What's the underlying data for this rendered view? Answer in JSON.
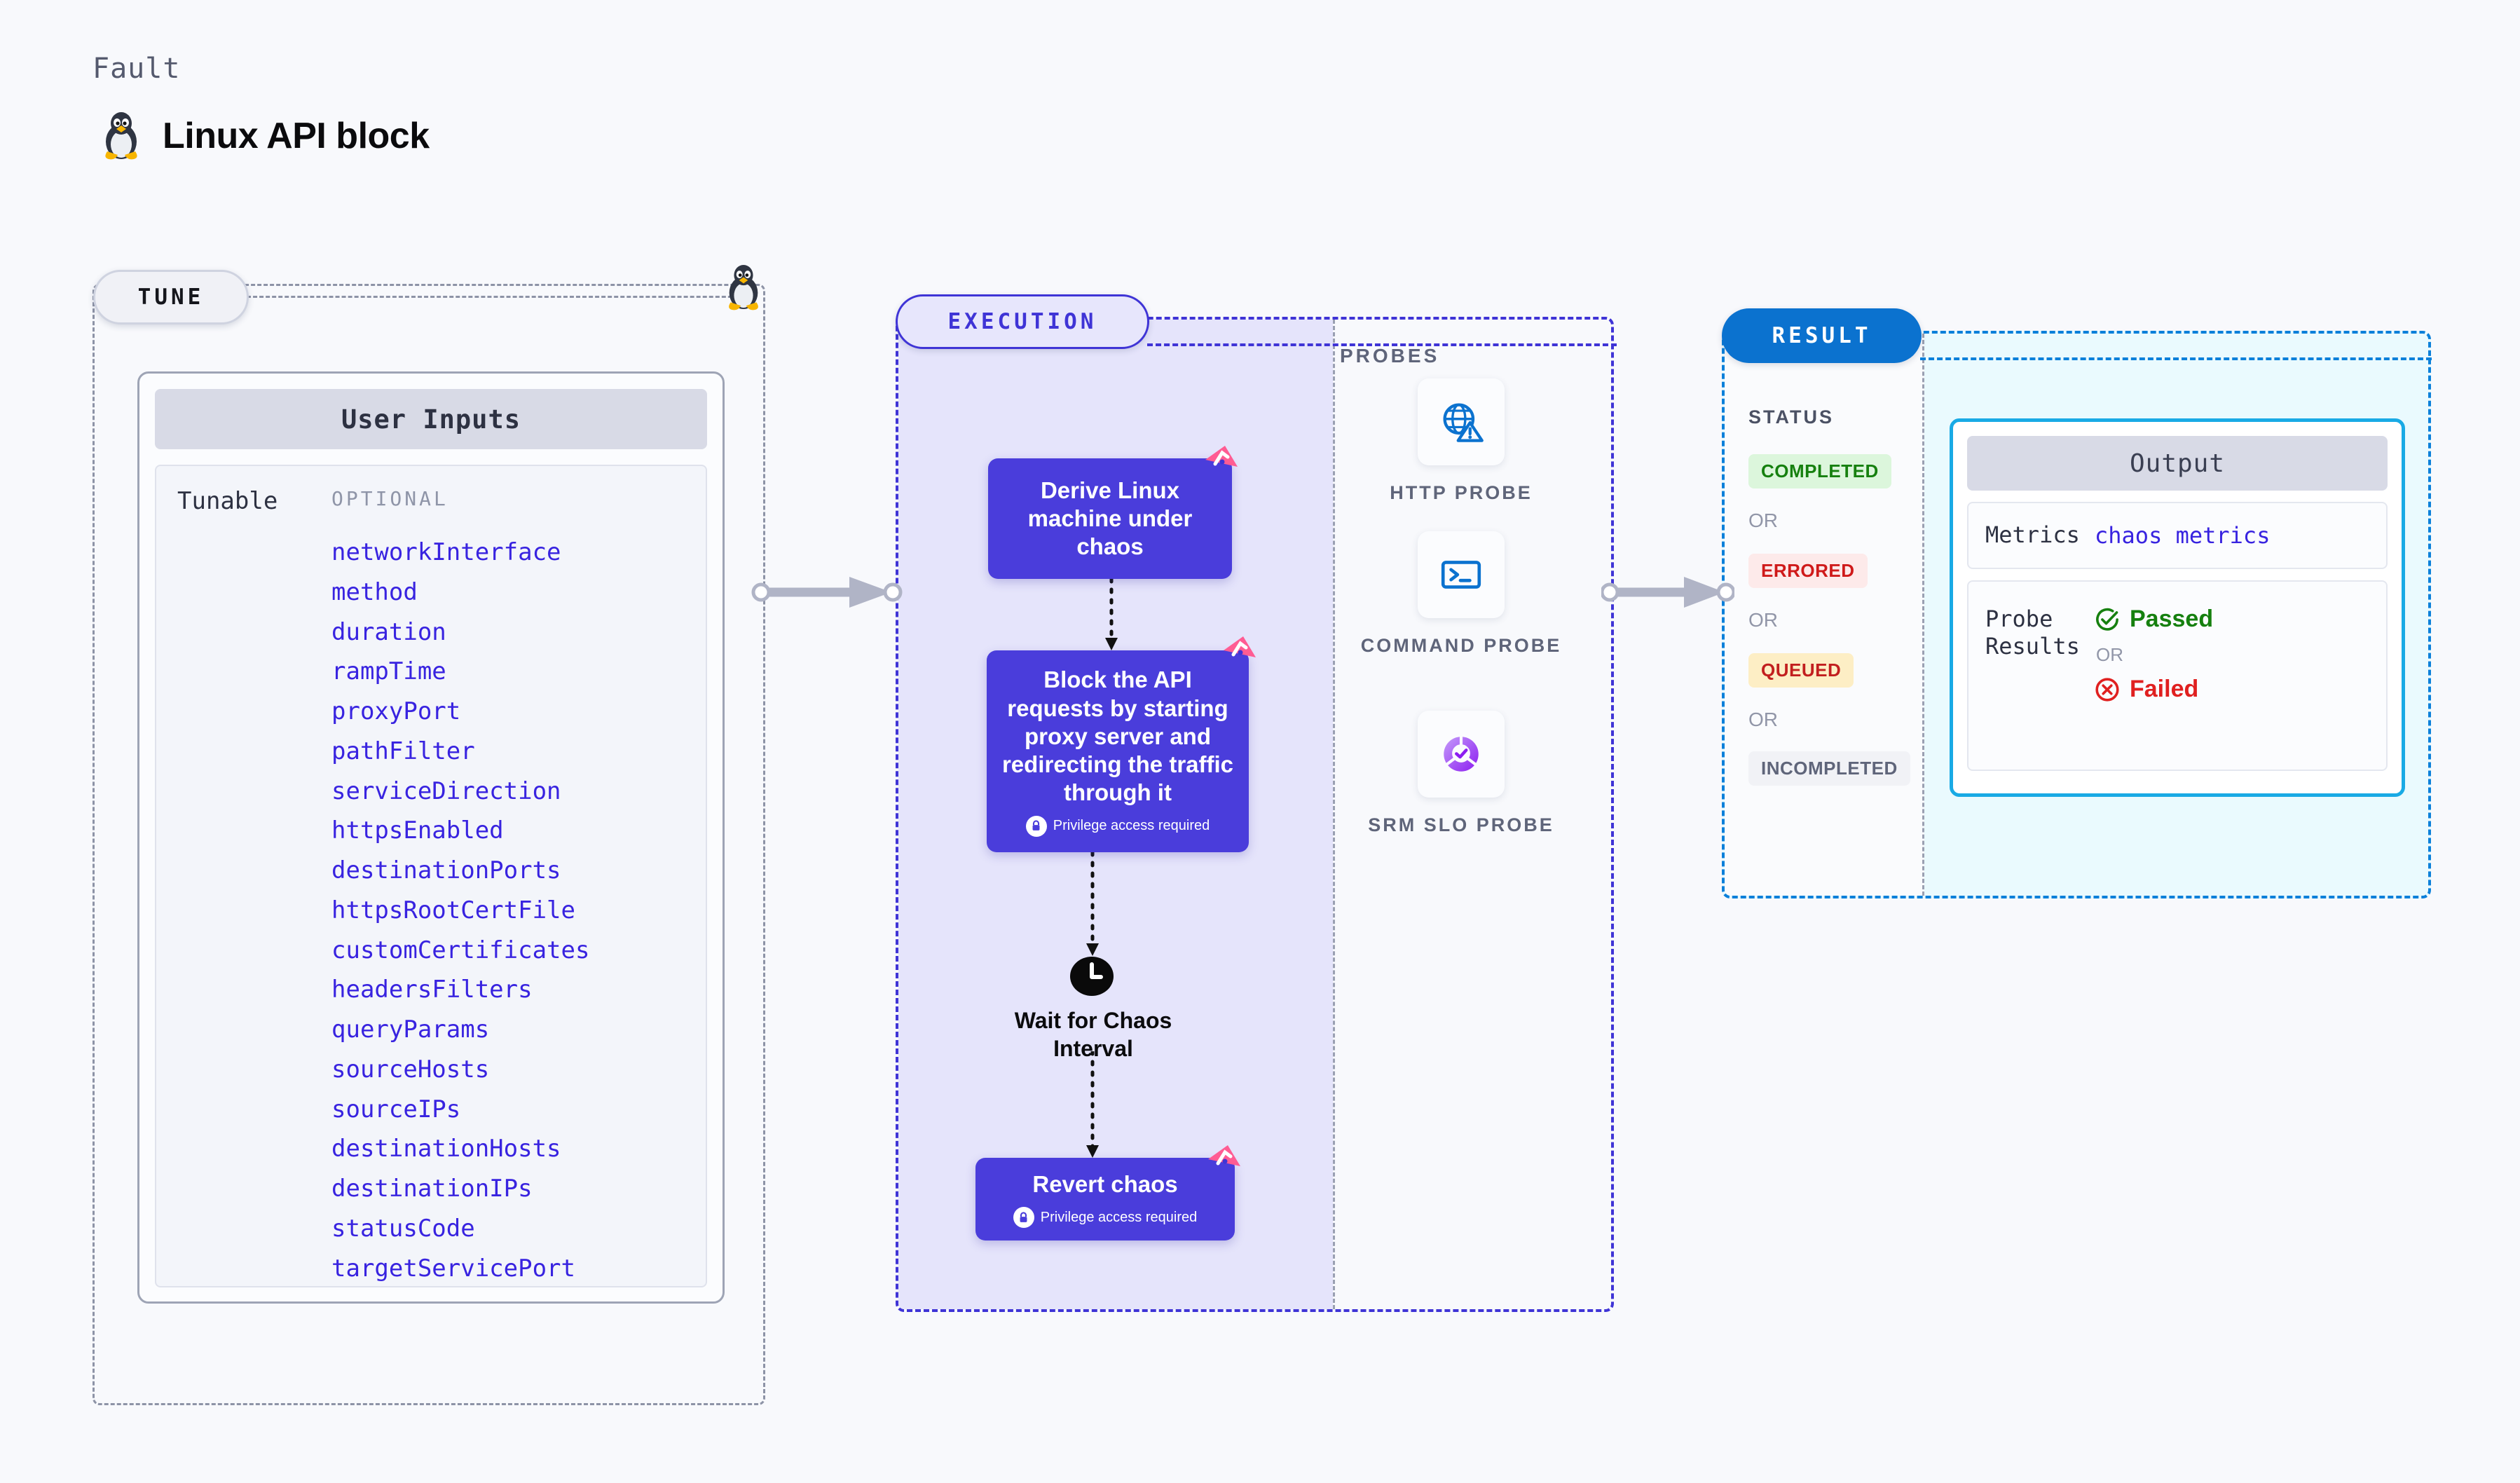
{
  "header": {
    "kicker": "Fault",
    "title": "Linux API block",
    "icon": "tux-penguin-icon"
  },
  "tune": {
    "pill_label": "TUNE",
    "edge_icon": "tux-penguin-icon",
    "card_title": "User Inputs",
    "group_label": "Tunable",
    "optional_label": "OPTIONAL",
    "tunables": [
      "networkInterface",
      "method",
      "duration",
      "rampTime",
      "proxyPort",
      "pathFilter",
      "serviceDirection",
      "httpsEnabled",
      "destinationPorts",
      "httpsRootCertFile",
      "customCertificates",
      "headersFilters",
      "queryParams",
      "sourceHosts",
      "sourceIPs",
      "destinationHosts",
      "destinationIPs",
      "statusCode",
      "targetServicePort"
    ]
  },
  "execution": {
    "pill_label": "EXECUTION",
    "privilege_note": "Privilege access required",
    "nodes": [
      {
        "title": "Derive Linux machine under chaos",
        "privileged": false,
        "badge": "harness-chaos-badge-icon"
      },
      {
        "title": "Block the API requests by starting proxy server and redirecting the traffic through it",
        "privileged": true,
        "badge": "harness-chaos-badge-icon"
      },
      {
        "title": "Revert chaos",
        "privileged": true,
        "badge": "harness-chaos-badge-icon"
      }
    ],
    "wait_node": {
      "label": "Wait for Chaos Interval",
      "icon": "clock-icon"
    }
  },
  "probes": {
    "title": "PROBES",
    "items": [
      {
        "label": "HTTP PROBE",
        "icon": "globe-warning-icon"
      },
      {
        "label": "COMMAND PROBE",
        "icon": "terminal-icon"
      },
      {
        "label": "SRM SLO PROBE",
        "icon": "slo-donut-check-icon"
      }
    ]
  },
  "result": {
    "pill_label": "RESULT",
    "status_title": "STATUS",
    "or_label": "OR",
    "statuses": [
      {
        "label": "COMPLETED",
        "color": "#16800f",
        "bg": "#dcf6dc"
      },
      {
        "label": "ERRORED",
        "color": "#cf1a1a",
        "bg": "#fdeaea"
      },
      {
        "label": "QUEUED",
        "color": "#c21f1f",
        "bg": "#fdeec5"
      },
      {
        "label": "INCOMPLETED",
        "color": "#5f657a",
        "bg": "#f1f2f6"
      }
    ],
    "output": {
      "title": "Output",
      "metrics_key": "Metrics",
      "metrics_value": "chaos metrics",
      "probe_results_key": "Probe Results",
      "passed_label": "Passed",
      "failed_label": "Failed",
      "passed_icon": "check-circle-icon",
      "failed_icon": "x-circle-icon"
    }
  },
  "colors": {
    "page_bg": "#f8f9fc",
    "tune_accent": "#8d93a6",
    "execution_accent": "#3f34d6",
    "result_accent": "#0b80da",
    "node_fill": "#4a3ddb",
    "tunable_text": "#3823e0",
    "badge_pink": "#ff5c93"
  }
}
